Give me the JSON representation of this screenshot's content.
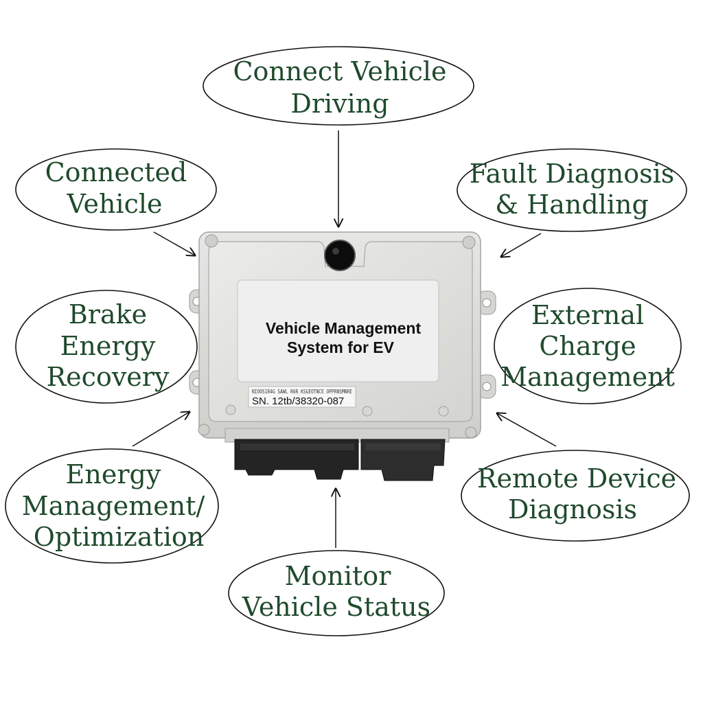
{
  "device": {
    "label_lines": [
      "Vehicle Management",
      "System for EV"
    ],
    "serial_small": "NIOOS1R4G  SAWL  R6R  KSGEOTNCE  OPPRNSMNRE",
    "serial": "SN. 12tb/38320-087"
  },
  "bubbles": [
    {
      "id": "connect-vehicle-driving",
      "lines": [
        "Connect Vehicle",
        "Driving"
      ]
    },
    {
      "id": "connected-vehicle",
      "lines": [
        "Connected",
        "Vehicle"
      ]
    },
    {
      "id": "fault-diagnosis-handling",
      "lines": [
        "Fault Diagnosis",
        "& Handling"
      ]
    },
    {
      "id": "brake-energy-recovery",
      "lines": [
        "Brake",
        "Energy",
        "Recovery"
      ]
    },
    {
      "id": "external-charge-management",
      "lines": [
        "External",
        "Charge",
        "Management"
      ]
    },
    {
      "id": "energy-management-optimization",
      "lines": [
        "Energy",
        "Management/",
        "Optimization"
      ]
    },
    {
      "id": "remote-device-diagnosis",
      "lines": [
        "Remote Device",
        "Diagnosis"
      ]
    },
    {
      "id": "monitor-vehicle-status",
      "lines": [
        "Monitor",
        "Vehicle Status"
      ]
    }
  ],
  "colors": {
    "text": "#1f4a2c",
    "outline": "#111111",
    "housing": "#dcdcda",
    "connector": "#2a2a2a"
  }
}
